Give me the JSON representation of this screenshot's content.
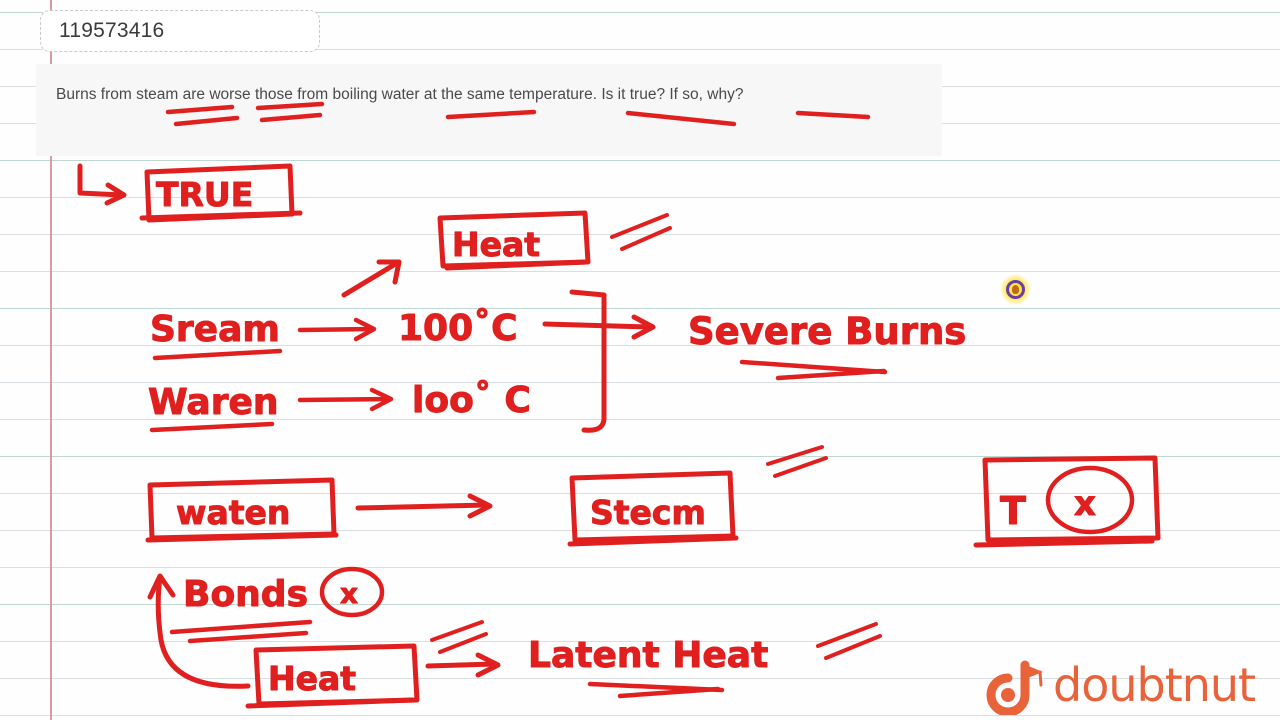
{
  "app": {
    "watermark_brand": "doubtnut"
  },
  "id_chip": {
    "value": "119573416",
    "placeholder": "Question ID"
  },
  "question": {
    "text": "Burns from steam are worse those from boiling water at the same temperature. Is it true? If so, why?"
  },
  "handwriting": {
    "verdict": "TRUE",
    "heat_box_top": "Heat",
    "steam_label": "Sream",
    "steam_temp": "100˚C",
    "water_label": "Waren",
    "water_temp": "loo˚ C",
    "result": "Severe  Burns",
    "water_box": "waten",
    "steam_box": "Stecm",
    "temp_box_letter": "T",
    "temp_box_mark": "x",
    "bonds_label": "Bonds",
    "bonds_mark": "x",
    "heat_box_bottom": "Heat",
    "latent_heat": "Latent Heat"
  },
  "colors": {
    "ink_red": "#e01f1f",
    "paper": "#fefefe",
    "rule_gray": "#d8dee2",
    "rule_teal": "#bfd8d4",
    "margin_pink": "#d79ba4",
    "panel_gray": "#f7f7f7",
    "brand_orange": "#e8623a",
    "cursor_purple": "#6b3fa0",
    "cursor_halo": "#ffe23c"
  },
  "paper": {
    "rule_positions": [
      12,
      49,
      86,
      123,
      160,
      197,
      234,
      271,
      308,
      345,
      382,
      419,
      456,
      493,
      530,
      567,
      604,
      641,
      678,
      715
    ],
    "teal_rule_indices": [
      0,
      4,
      8,
      12,
      16
    ],
    "margin_x": 50
  }
}
